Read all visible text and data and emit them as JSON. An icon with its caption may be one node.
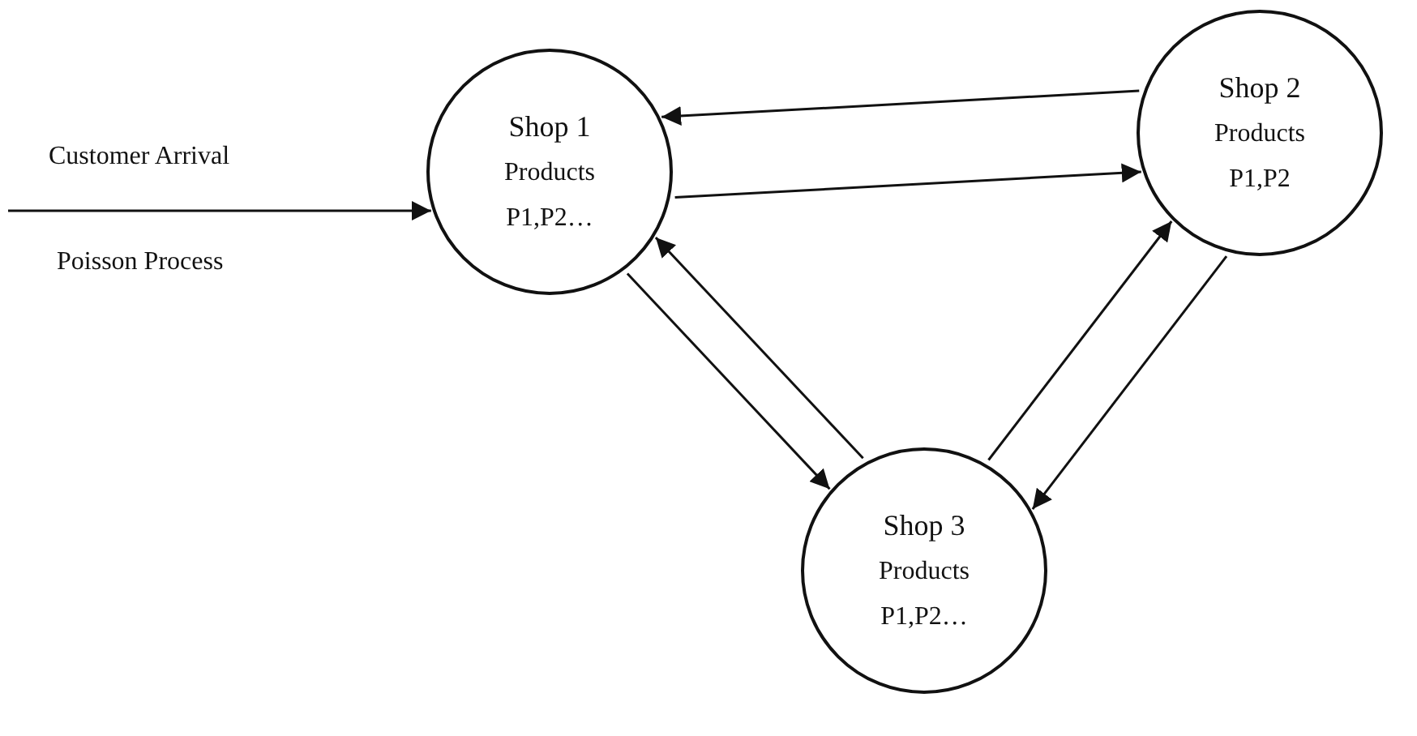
{
  "diagram": {
    "nodes": [
      {
        "text": [
          "Shop 1",
          "Products",
          "P1,P2…"
        ]
      },
      {
        "text": [
          "Shop 2",
          "Products",
          "P1,P2"
        ]
      },
      {
        "text": [
          "Shop 3",
          "Products",
          "P1,P2…"
        ]
      }
    ],
    "edges": [
      {
        "from": 1,
        "to": 0,
        "arrow": "to"
      },
      {
        "from": 0,
        "to": 1,
        "arrow": "to"
      },
      {
        "from": 0,
        "to": 2,
        "arrow": "to"
      },
      {
        "from": 2,
        "to": 0,
        "arrow": "to"
      },
      {
        "from": 2,
        "to": 1,
        "arrow": "to"
      },
      {
        "from": 1,
        "to": 2,
        "arrow": "to"
      },
      {
        "from": null,
        "to": 0,
        "arrow": "to"
      }
    ],
    "labels": [
      "Customer Arrival",
      "Poisson Process"
    ]
  }
}
